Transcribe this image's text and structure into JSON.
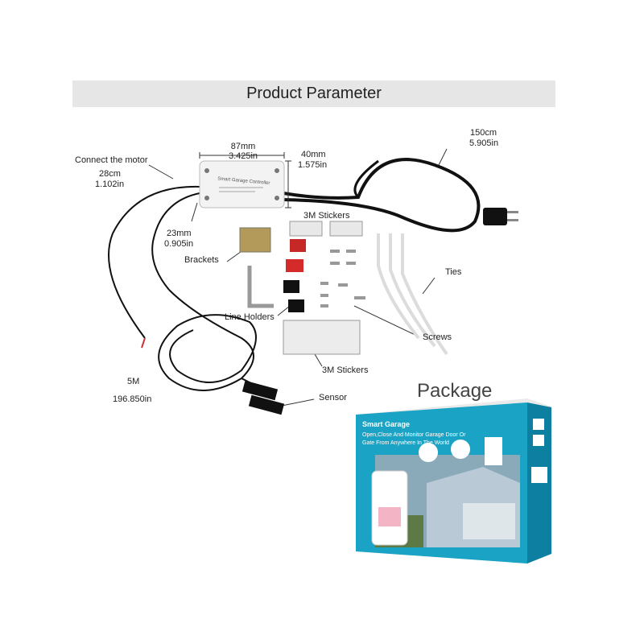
{
  "header": {
    "title": "Product Parameter"
  },
  "labels": {
    "connect_motor": "Connect the motor",
    "len_28cm": "28cm",
    "len_1102in": "1.102in",
    "w_87mm": "87mm",
    "w_3425in": "3.425in",
    "h_40mm": "40mm",
    "h_1575in": "1.575in",
    "cord_150cm": "150cm",
    "cord_5905in": "5.905in",
    "d_23mm": "23mm",
    "d_0905in": "0.905in",
    "stickers_top": "3M Stickers",
    "brackets": "Brackets",
    "ties": "Ties",
    "line_holders": "Line Holders",
    "screws": "Screws",
    "stickers_bottom": "3M Stickers",
    "wire_5m": "5M",
    "wire_196850in": "196.850in",
    "sensor": "Sensor"
  },
  "controller": {
    "label": "Smart Garage Controller"
  },
  "package": {
    "title": "Package",
    "box_title": "Smart Garage",
    "box_line1": "Open,Close And Monitor Garage Door Or",
    "box_line2": "Gate From Anywhere In The World"
  },
  "colors": {
    "banner": "#e6e6e6",
    "box_teal": "#1aa3c4",
    "red_holder": "#d42a2a"
  }
}
